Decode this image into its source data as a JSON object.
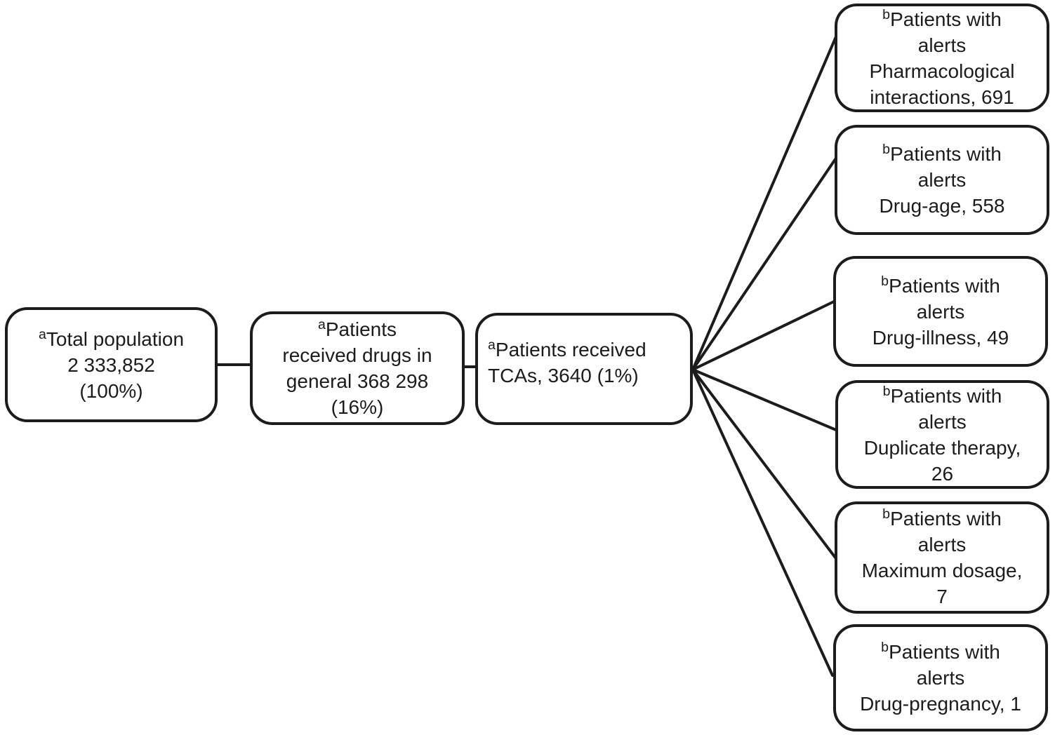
{
  "colors": {
    "stroke": "#1c1c1c",
    "box_fill": "#ffffff",
    "background": "#ffffff"
  },
  "nodes": {
    "total_population": {
      "sup": "a",
      "lines": [
        "Total population",
        "2 333,852",
        "(100%)"
      ]
    },
    "drugs_general": {
      "sup": "a",
      "lines": [
        "Patients",
        "received drugs in",
        "general 368 298",
        "(16%)"
      ]
    },
    "tcas": {
      "sup": "a",
      "lines": [
        "Patients received",
        "TCAs, 3640 (1%)"
      ]
    },
    "alerts": [
      {
        "sup": "b",
        "lines": [
          "Patients with",
          "alerts",
          "Pharmacological",
          "interactions, 691"
        ]
      },
      {
        "sup": "b",
        "lines": [
          "Patients with",
          "alerts",
          "Drug-age, 558"
        ]
      },
      {
        "sup": "b",
        "lines": [
          "Patients with",
          "alerts",
          "Drug-illness, 49"
        ]
      },
      {
        "sup": "b",
        "lines": [
          "Patients with",
          "alerts",
          "Duplicate therapy,",
          "26"
        ]
      },
      {
        "sup": "b",
        "lines": [
          "Patients with",
          "alerts",
          "Maximum dosage,",
          "7"
        ]
      },
      {
        "sup": "b",
        "lines": [
          "Patients with",
          "alerts",
          "Drug-pregnancy, 1"
        ]
      }
    ]
  }
}
